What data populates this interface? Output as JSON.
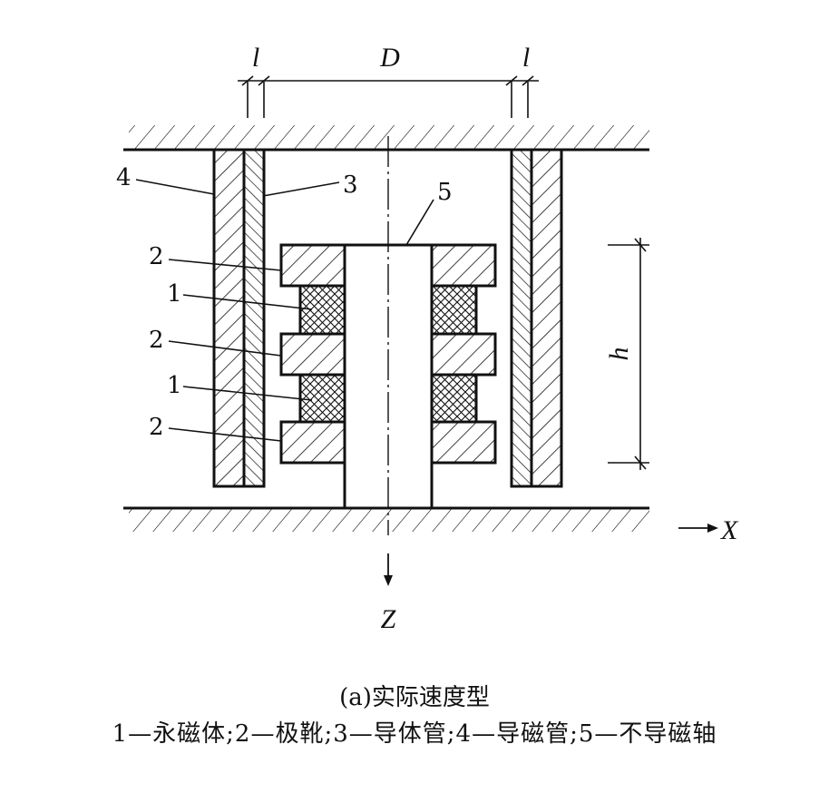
{
  "dimension_labels": {
    "wall_thickness": "l",
    "diameter": "D",
    "height": "h"
  },
  "axes": {
    "x": "X",
    "z": "Z"
  },
  "part_numbers": {
    "magnet_1": "1",
    "magnet_2": "1",
    "pole_1": "2",
    "pole_2": "2",
    "pole_3": "2",
    "conductor_tube": "3",
    "magnetic_tube": "4",
    "shaft": "5"
  },
  "caption": {
    "subtitle": "(a)实际速度型",
    "legend": "1—永磁体;2—极靴;3—导体管;4—导磁管;5—不导磁轴"
  }
}
